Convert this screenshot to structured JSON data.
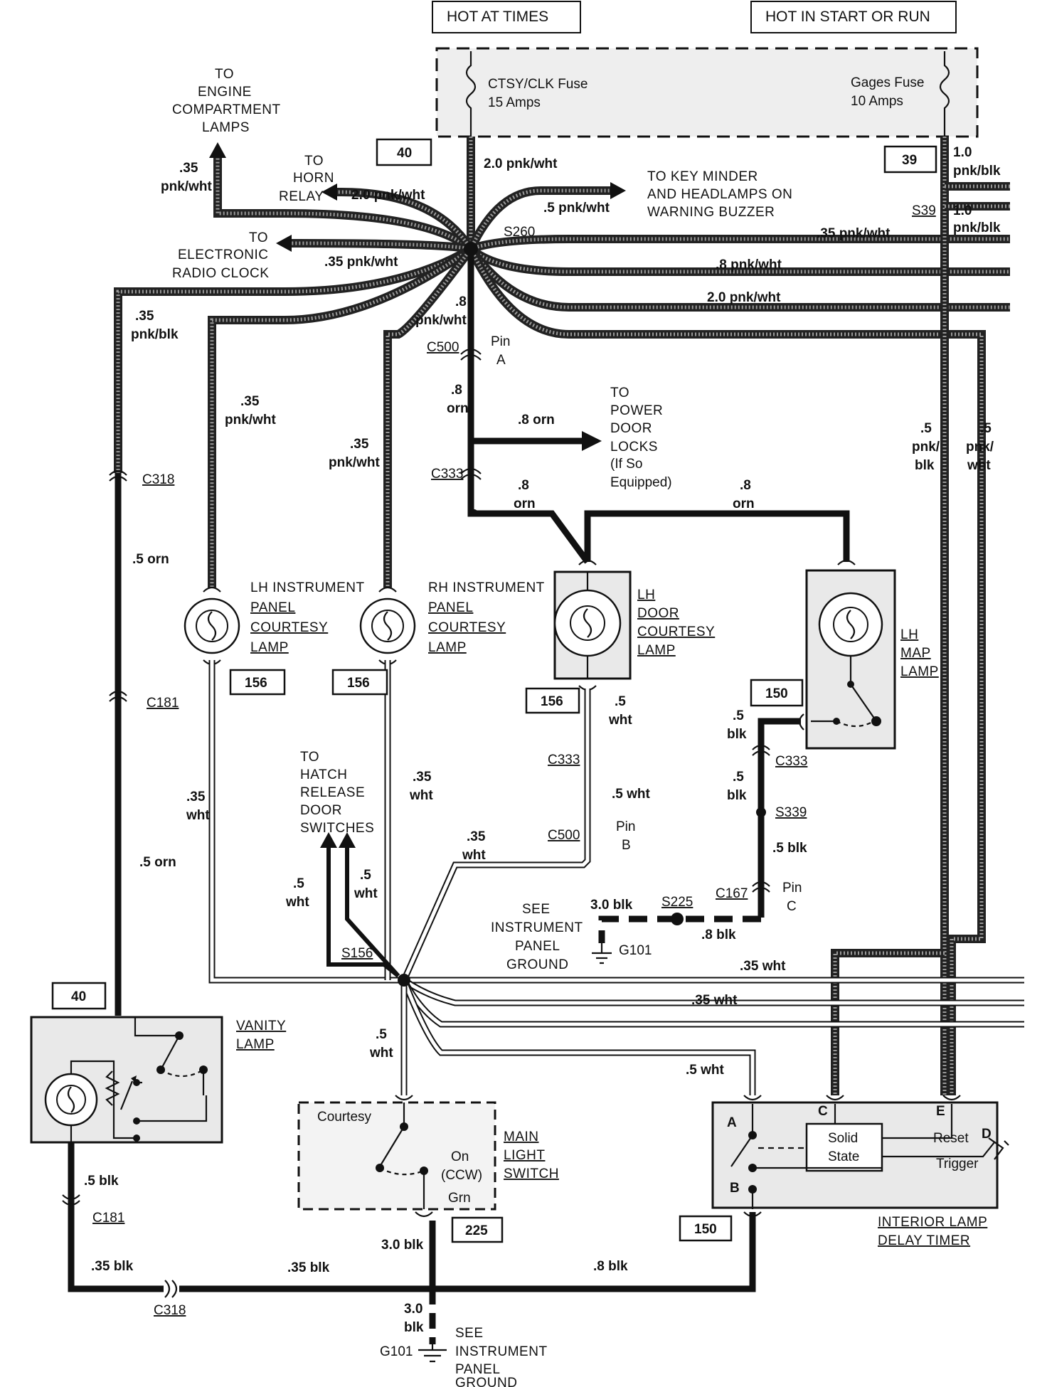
{
  "header": {
    "hot_at_times": "HOT AT TIMES",
    "hot_in_start_or_run": "HOT IN START OR RUN"
  },
  "fuses": {
    "ctsy_name": "CTSY/CLK Fuse",
    "ctsy_rating": "15 Amps",
    "gages_name": "Gages Fuse",
    "gages_rating": "10 Amps"
  },
  "boxes": {
    "b40_top": "40",
    "b39": "39",
    "b156_lh": "156",
    "b156_rh": "156",
    "b156_door": "156",
    "b150_map": "150",
    "b40_vanity": "40",
    "b225": "225",
    "b150_timer": "150"
  },
  "destinations": {
    "engine_1": "TO",
    "engine_2": "ENGINE",
    "engine_3": "COMPARTMENT",
    "engine_4": "LAMPS",
    "horn_1": "TO",
    "horn_2": "HORN",
    "horn_3": "RELAY",
    "radio_1": "TO",
    "radio_2": "ELECTRONIC",
    "radio_3": "RADIO CLOCK",
    "keyminder_1": "TO KEY MINDER",
    "keyminder_2": "AND HEADLAMPS ON",
    "keyminder_3": "WARNING BUZZER",
    "locks_1": "TO",
    "locks_2": "POWER",
    "locks_3": "DOOR",
    "locks_4": "LOCKS",
    "locks_5": "(If So",
    "locks_6": "Equipped)",
    "hatch_1": "TO",
    "hatch_2": "HATCH",
    "hatch_3": "RELEASE",
    "hatch_4": "DOOR",
    "hatch_5": "SWITCHES"
  },
  "components": {
    "lh_ip_1": "LH INSTRUMENT",
    "lh_ip_2": "PANEL",
    "lh_ip_3": "COURTESY",
    "lh_ip_4": "LAMP",
    "rh_ip_1": "RH INSTRUMENT",
    "rh_ip_2": "PANEL",
    "rh_ip_3": "COURTESY",
    "rh_ip_4": "LAMP",
    "lh_door_1": "LH",
    "lh_door_2": "DOOR",
    "lh_door_3": "COURTESY",
    "lh_door_4": "LAMP",
    "lh_map_1": "LH",
    "lh_map_2": "MAP",
    "lh_map_3": "LAMP",
    "vanity_1": "VANITY",
    "vanity_2": "LAMP",
    "mls_1": "MAIN",
    "mls_2": "LIGHT",
    "mls_3": "SWITCH",
    "mls_courtesy": "Courtesy",
    "mls_on": "On",
    "mls_ccw": "(CCW)",
    "mls_grn": "Grn",
    "timer_1": "INTERIOR LAMP",
    "timer_2": "DELAY TIMER",
    "timer_solid": "Solid",
    "timer_state": "State",
    "timer_reset": "Reset",
    "timer_trigger": "Trigger",
    "pin_a": "A",
    "pin_b": "B",
    "pin_c": "C",
    "pin_d": "D",
    "pin_e": "E"
  },
  "grounds": {
    "ip_1": "SEE",
    "ip_2": "INSTRUMENT",
    "ip_3": "PANEL",
    "ip_4": "GROUND",
    "g101_mid": "G101",
    "bot_1": "SEE",
    "bot_2": "INSTRUMENT",
    "bot_3": "PANEL",
    "bot_4": "GROUND",
    "g101_bot": "G101"
  },
  "connectors": {
    "s260": "S260",
    "s39": "S39",
    "c500_top": "C500",
    "pin_top": "Pin",
    "pin_top_a": "A",
    "c333_top": "C333",
    "c318_left": "C318",
    "c181_left": "C181",
    "c333_door": "C333",
    "c500_mid": "C500",
    "pin_mid": "Pin",
    "pin_mid_b": "B",
    "c333_map": "C333",
    "s339": "S339",
    "c167": "C167",
    "pin_c_lbl": "Pin",
    "pin_c_c": "C",
    "s225": "S225",
    "s156": "S156",
    "c181_bot": "C181",
    "c318_bot": "C318"
  },
  "wire_labels": {
    "w20_top": "2.0 pnk/wht",
    "w10_blk_1": "1.0",
    "w10_blk_2": "pnk/blk",
    "w35_engine_1": ".35",
    "w35_engine_2": "pnk/wht",
    "w20_horn": "2.0 pnk/wht",
    "w5_key": ".5 pnk/wht",
    "w35_radio": ".35 pnk/wht",
    "w35_right": ".35 pnk/wht",
    "s39_10_1": "1.0",
    "s39_10_2": "pnk/blk",
    "w8_right": ".8 pnk/wht",
    "w20_right": "2.0 pnk/wht",
    "w35_pnkblk_1": ".35",
    "w35_pnkblk_2": "pnk/blk",
    "w8_center_1": ".8",
    "w8_center_2": "pnk/wht",
    "w35_lh_1": ".35",
    "w35_lh_2": "pnk/wht",
    "w35_rh_1": ".35",
    "w35_rh_2": "pnk/wht",
    "w8_orn_1": ".8",
    "w8_orn_2": "orn",
    "w8_orn_locks": ".8 orn",
    "w8_orn_door_1": ".8",
    "w8_orn_door_2": "orn",
    "w8_orn_map_1": ".8",
    "w8_orn_map_2": "orn",
    "w5_pnkblk_1": ".5",
    "w5_pnkblk_2": "pnk/",
    "w5_pnkblk_3": "blk",
    "w5_pnkwht_1": ".5",
    "w5_pnkwht_2": "pnk/",
    "w5_pnkwht_3": "wht",
    "w5_orn_1": ".5 orn",
    "w5_orn_2": ".5 orn",
    "w35_wht_lh_1": ".35",
    "w35_wht_lh_2": "wht",
    "w35_wht_rh_1": ".35",
    "w35_wht_rh_2": "wht",
    "w5_wht_door_1": ".5",
    "w5_wht_door_2": "wht",
    "w5_wht_door_3": ".5 wht",
    "w35_wht_door_1": ".35",
    "w35_wht_door_2": "wht",
    "w5_blk_map_1": ".5",
    "w5_blk_map_2": "blk",
    "w5_blk_map_3": ".5",
    "w5_blk_map_4": "blk",
    "w5_blk_map_5": ".5 blk",
    "w30_blk": "3.0 blk",
    "w8_blk": ".8 blk",
    "w5_wht_hatch_1": ".5",
    "w5_wht_hatch_2": "wht",
    "w5_wht_hatch_3": ".5",
    "w5_wht_hatch_4": "wht",
    "w35_wht_right": ".35 wht",
    "w35_wht_right2": ".35 wht",
    "w5_wht_sw_1": ".5",
    "w5_wht_sw_2": "wht",
    "w5_wht_timer": ".5 wht",
    "w5_blk_vanity": ".5 blk",
    "w35_blk_1": ".35 blk",
    "w35_blk_2": ".35 blk",
    "w30_blk_mls": "3.0 blk",
    "w8_blk_bot": ".8 blk",
    "w30_blk_g_1": "3.0",
    "w30_blk_g_2": "blk"
  }
}
